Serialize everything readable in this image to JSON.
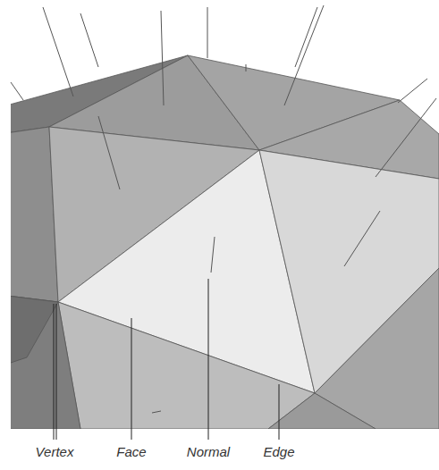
{
  "diagram": {
    "labels": [
      "Vertex",
      "Face",
      "Normal",
      "Edge"
    ]
  }
}
